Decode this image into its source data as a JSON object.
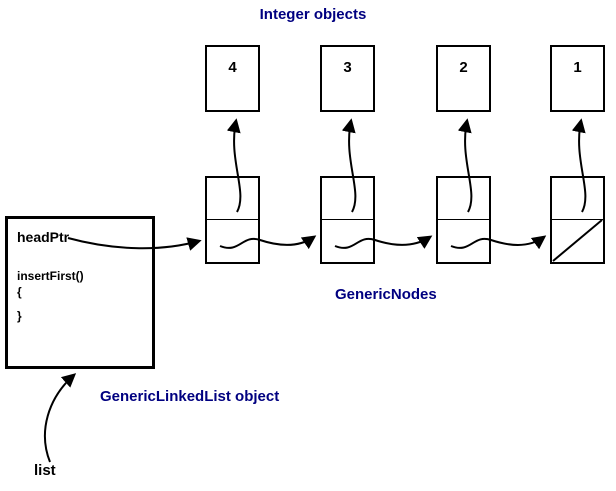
{
  "title": "Integer objects",
  "integers": [
    "4",
    "3",
    "2",
    "1"
  ],
  "linked_list_object": {
    "head_ptr": "headPtr",
    "method": "insertFirst()",
    "brace_open": "{",
    "brace_close": "}"
  },
  "labels": {
    "nodes": "GenericNodes",
    "list_object": "GenericLinkedList object",
    "list_var": "list"
  },
  "colors": {
    "label_text": "#000080",
    "line": "#000000",
    "background": "#ffffff"
  }
}
